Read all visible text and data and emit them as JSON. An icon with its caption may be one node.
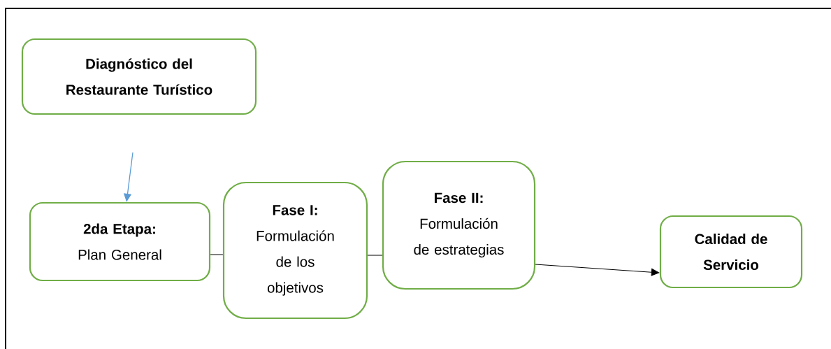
{
  "diagram": {
    "nodes": [
      {
        "text": [
          "Diagnóstico del Restaurante Turístico"
        ]
      },
      {
        "text": [
          "**2da Etapa:** Plan General"
        ]
      },
      {
        "text": [
          "Fase I:",
          "Formulación de los objetivos"
        ]
      },
      {
        "text": [
          "Fase II:",
          "Formulación de estrategias"
        ]
      },
      {
        "text": [
          "Calidad de Servicio"
        ]
      }
    ],
    "edges": [
      {
        "from": null,
        "to": 1,
        "arrow": "to",
        "color": "#5b9bd5"
      },
      {
        "from": 1,
        "to": 2,
        "arrow": "none"
      },
      {
        "from": 2,
        "to": 3,
        "arrow": "none"
      },
      {
        "from": 3,
        "to": 4,
        "arrow": "to"
      }
    ]
  }
}
